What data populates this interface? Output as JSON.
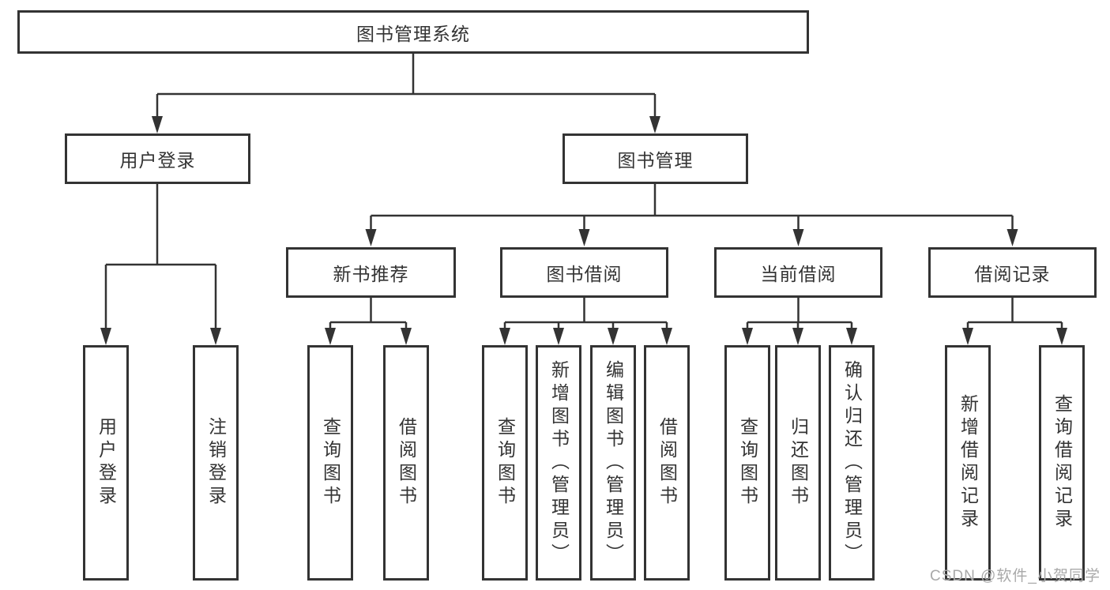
{
  "colors": {
    "line": "#333333",
    "text": "#333333",
    "watermark_text_color": "#a9a9a9",
    "background": "#ffffff"
  },
  "tree": {
    "root": {
      "label": "图书管理系统"
    },
    "branches": [
      {
        "label": "用户登录",
        "children": [
          {
            "label": "用户登录"
          },
          {
            "label": "注销登录"
          }
        ]
      },
      {
        "label": "图书管理",
        "children": [
          {
            "label": "新书推荐",
            "children": [
              {
                "label": "查询图书"
              },
              {
                "label": "借阅图书"
              }
            ]
          },
          {
            "label": "图书借阅",
            "children": [
              {
                "label": "查询图书"
              },
              {
                "label": "新增图书（管理员）"
              },
              {
                "label": "编辑图书（管理员）"
              },
              {
                "label": "借阅图书"
              }
            ]
          },
          {
            "label": "当前借阅",
            "children": [
              {
                "label": "查询图书"
              },
              {
                "label": "归还图书"
              },
              {
                "label": "确认归还（管理员）"
              }
            ]
          },
          {
            "label": "借阅记录",
            "children": [
              {
                "label": "新增借阅记录"
              },
              {
                "label": "查询借阅记录"
              }
            ]
          }
        ]
      }
    ]
  },
  "watermark": {
    "text": "CSDN @软件_小贺同学"
  }
}
